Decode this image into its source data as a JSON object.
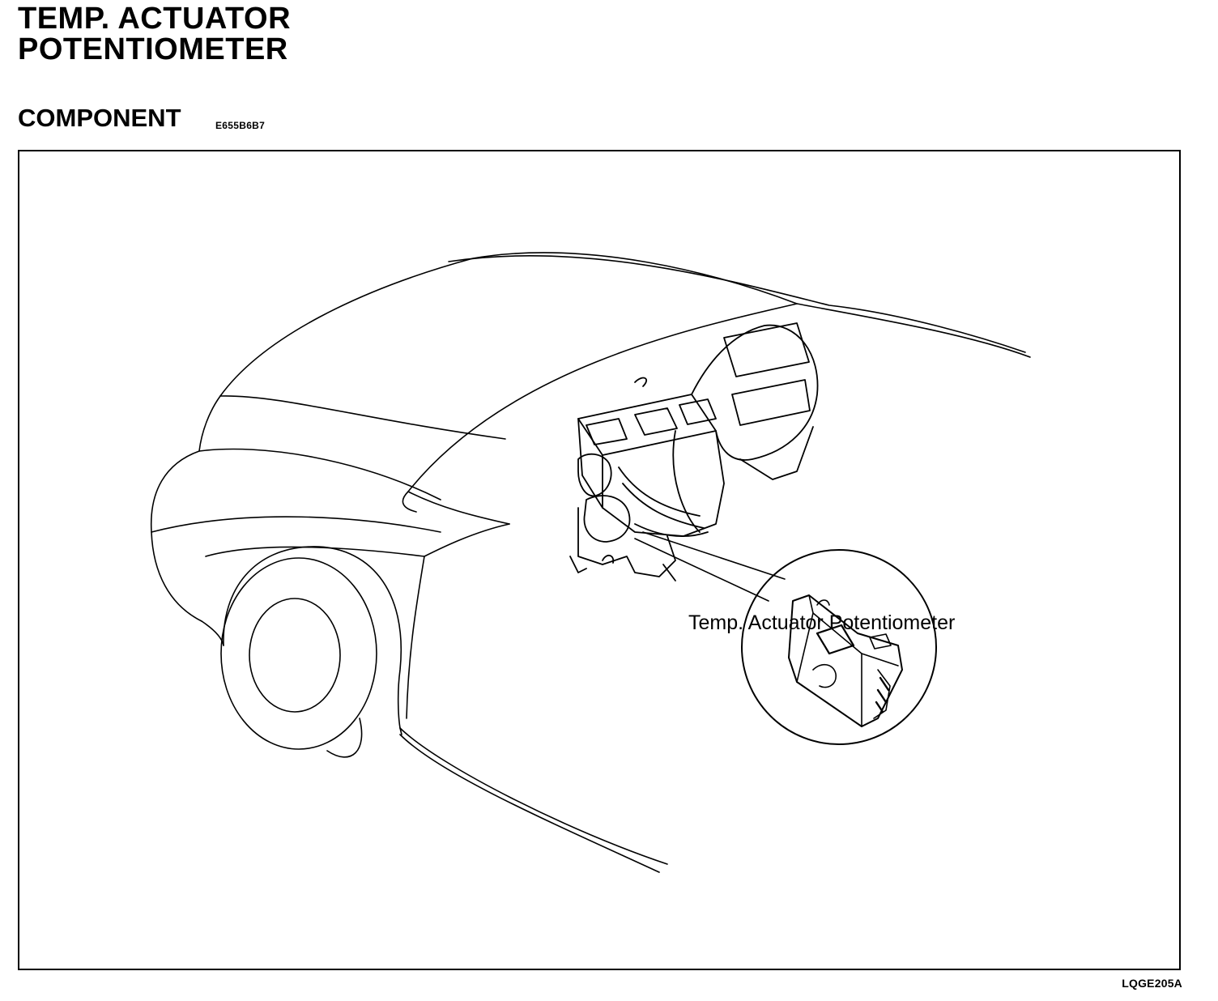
{
  "header": {
    "title_line1": "TEMP.  ACTUATOR",
    "title_line2": "POTENTIOMETER"
  },
  "section": {
    "heading": "COMPONENT",
    "code": "E655B6B7"
  },
  "figure": {
    "callout_label": "Temp. Actuator Potentiometer",
    "figure_code": "LQGE205A"
  }
}
